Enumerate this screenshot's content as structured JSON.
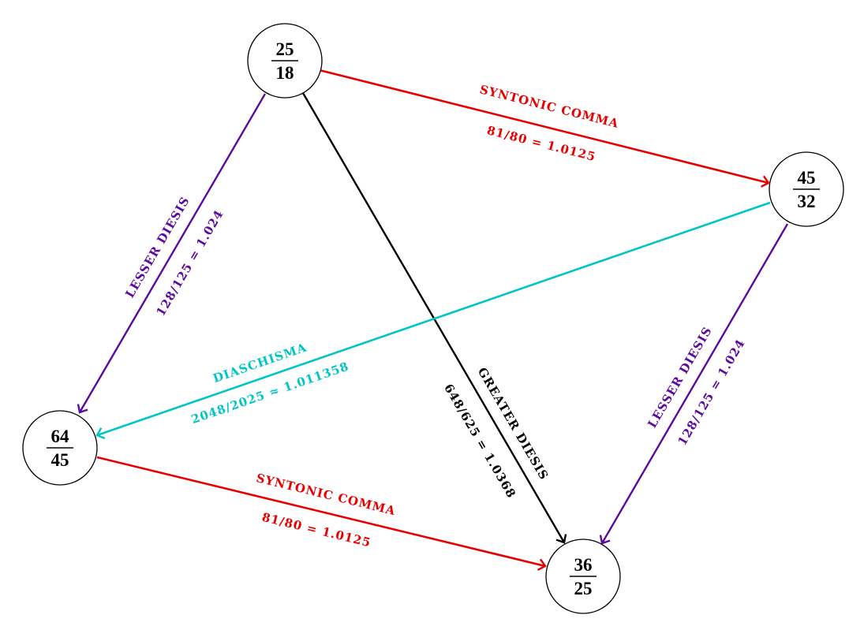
{
  "colors": {
    "red": "#e60000",
    "purple": "#5c0a9c",
    "cyan": "#00c5c5",
    "black": "#000000"
  },
  "nodes": {
    "n2518": {
      "num": "25",
      "den": "18"
    },
    "n4532": {
      "num": "45",
      "den": "32"
    },
    "n6445": {
      "num": "64",
      "den": "45"
    },
    "n3625": {
      "num": "36",
      "den": "25"
    }
  },
  "edges": {
    "top_red": {
      "name": "SYNTONIC COMMA",
      "value": "81/80 = 1.0125"
    },
    "bottom_red": {
      "name": "SYNTONIC COMMA",
      "value": "81/80 = 1.0125"
    },
    "left_purple": {
      "name": "LESSER DIESIS",
      "value": "128/125 = 1.024"
    },
    "right_purple": {
      "name": "LESSER DIESIS",
      "value": "128/125 = 1.024"
    },
    "black": {
      "name": "GREATER DIESIS",
      "value": "648/625 = 1.0368"
    },
    "cyan": {
      "name": "DIASCHISMA",
      "value": "2048/2025 ≈ 1.011358"
    }
  }
}
